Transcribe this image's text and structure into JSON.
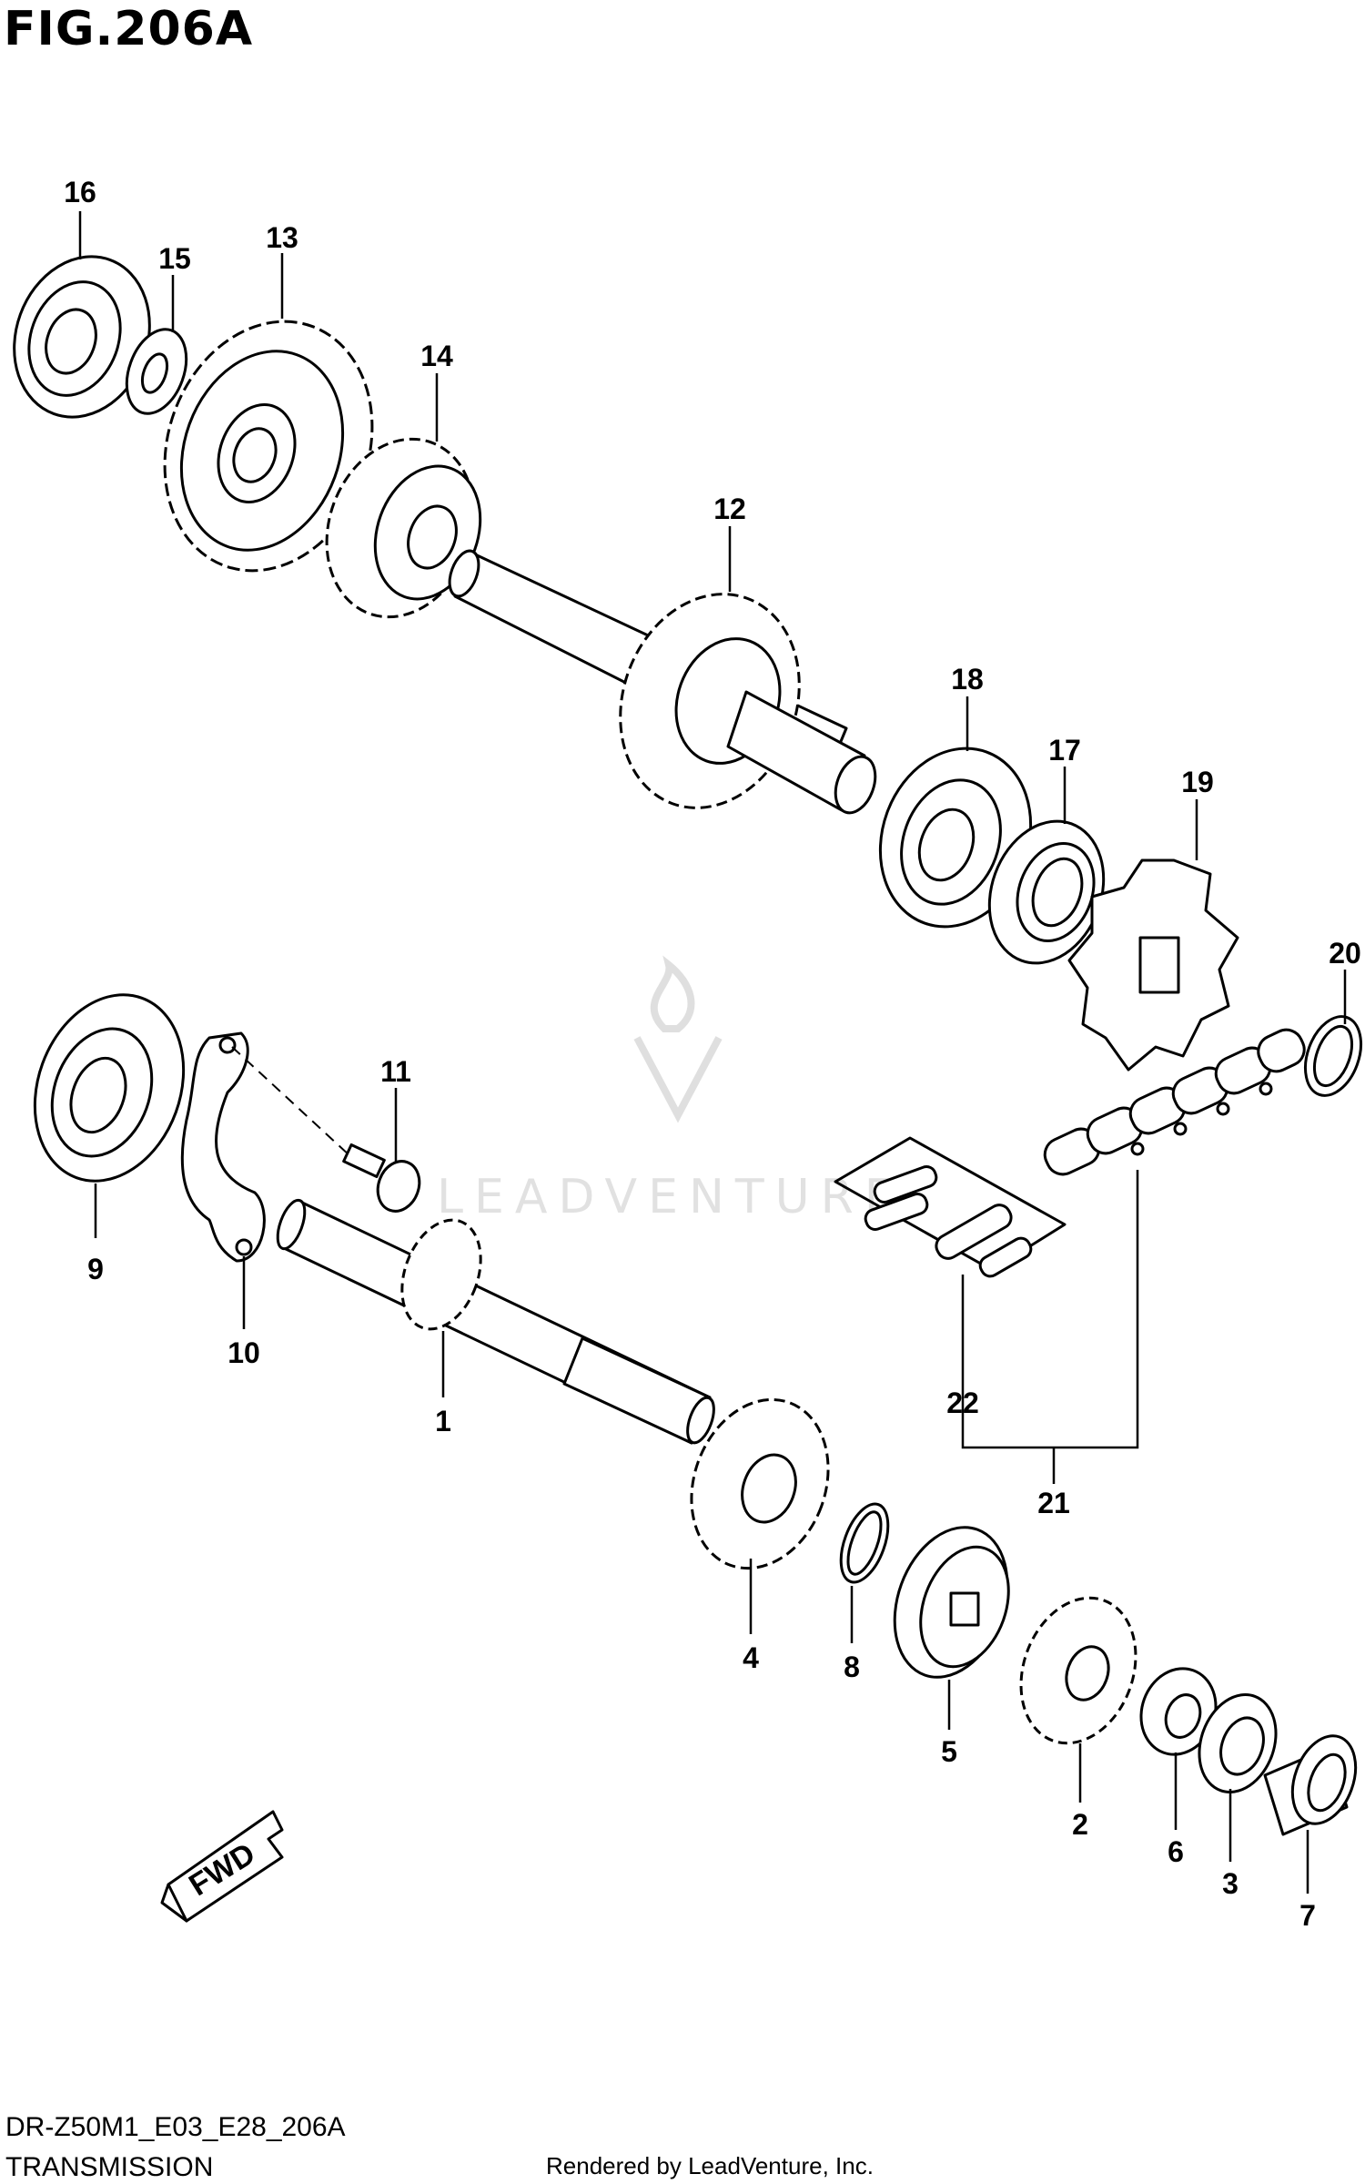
{
  "figure": {
    "title": "FIG.206A",
    "model_code": "DR-Z50M1_E03_E28_206A",
    "section_name": "TRANSMISSION",
    "credit": "Rendered by LeadVenture, Inc.",
    "watermark": "LEADVENTURE",
    "fwd_label": "FWD"
  },
  "callouts": [
    {
      "id": "c1",
      "label": "1"
    },
    {
      "id": "c2",
      "label": "2"
    },
    {
      "id": "c3",
      "label": "3"
    },
    {
      "id": "c4",
      "label": "4"
    },
    {
      "id": "c5",
      "label": "5"
    },
    {
      "id": "c6",
      "label": "6"
    },
    {
      "id": "c7",
      "label": "7"
    },
    {
      "id": "c8",
      "label": "8"
    },
    {
      "id": "c9",
      "label": "9"
    },
    {
      "id": "c10",
      "label": "10"
    },
    {
      "id": "c11",
      "label": "11"
    },
    {
      "id": "c12",
      "label": "12"
    },
    {
      "id": "c13",
      "label": "13"
    },
    {
      "id": "c14",
      "label": "14"
    },
    {
      "id": "c15",
      "label": "15"
    },
    {
      "id": "c16",
      "label": "16"
    },
    {
      "id": "c17",
      "label": "17"
    },
    {
      "id": "c18",
      "label": "18"
    },
    {
      "id": "c19",
      "label": "19"
    },
    {
      "id": "c20",
      "label": "20"
    },
    {
      "id": "c21",
      "label": "21"
    },
    {
      "id": "c22",
      "label": "22"
    }
  ]
}
